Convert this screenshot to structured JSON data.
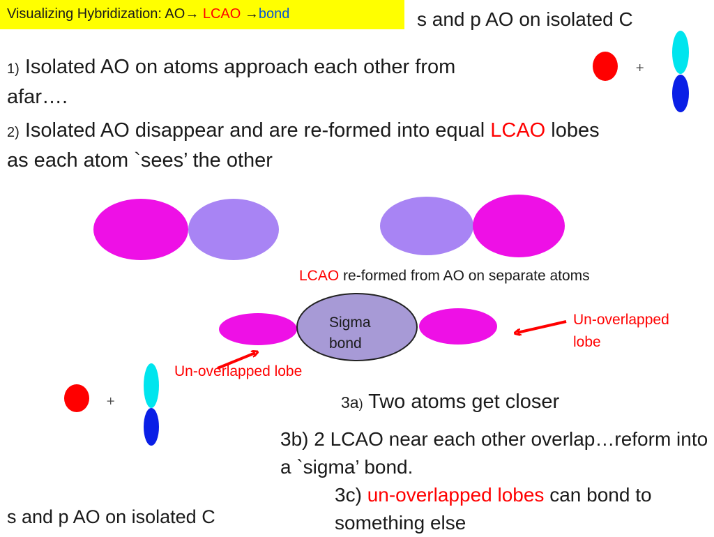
{
  "title": {
    "prefix": "Visualizing Hybridization: AO",
    "arrow1": "→",
    "lcao": " LCAO ",
    "arrow2": "→",
    "bond": "bond"
  },
  "top_right_caption": "s and p AO on isolated C",
  "step1": {
    "num": "1)",
    "text": " Isolated AO on atoms approach each other from afar…."
  },
  "step2": {
    "num": "2)",
    "text_a": " Isolated AO disappear and are re-formed into equal ",
    "highlight": "LCAO",
    "text_b": " lobes as each atom `sees’ the other"
  },
  "lcao_caption": {
    "highlight": "LCAO",
    "rest": " re-formed from AO on separate atoms"
  },
  "sigma_label": {
    "line1": "Sigma",
    "line2": "bond"
  },
  "unoverlapped_right": {
    "line1": "Un-overlapped",
    "line2": "lobe"
  },
  "unoverlapped_left": "Un-overlapped lobe",
  "plus_sign": "+",
  "step3a": {
    "num": "3a",
    "paren": ")",
    "text": " Two atoms get closer"
  },
  "step3b": "3b) 2 LCAO near each other overlap…reform into a `sigma’ bond.",
  "step3c": {
    "prefix": "3c) ",
    "highlight": "un-overlapped lobes",
    "suffix": " can bond to something else"
  },
  "bottom_left_caption": "s and p AO on isolated C",
  "colors": {
    "magenta": "#ee10e6",
    "lavender": "#a884f4",
    "sigma_fill": "#a79ad6",
    "s_orbital": "#ff0000",
    "p_upper": "#00e5ee",
    "p_lower": "#0a1fe6",
    "annotation_red": "#ff0000",
    "title_bg": "#ffff00"
  }
}
